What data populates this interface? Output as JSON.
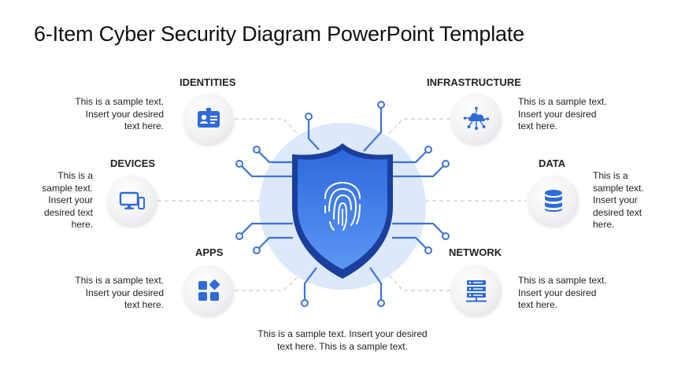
{
  "title": "6-Item Cyber Security Diagram PowerPoint Template",
  "items": [
    {
      "id": "identities",
      "heading": "IDENTITIES",
      "lines": [
        "This is a sample text.",
        "Insert your desired",
        "text here."
      ],
      "icon": "id-card-icon"
    },
    {
      "id": "devices",
      "heading": "DEVICES",
      "lines": [
        "This is a",
        "sample text.",
        "Insert your",
        "desired text",
        "here."
      ],
      "icon": "monitor-phone-icon"
    },
    {
      "id": "apps",
      "heading": "APPS",
      "lines": [
        "This is a sample text.",
        "Insert your desired",
        "text here."
      ],
      "icon": "apps-grid-icon"
    },
    {
      "id": "infrastructure",
      "heading": "INFRASTRUCTURE",
      "lines": [
        "This is a sample text.",
        "Insert your desired",
        "text here."
      ],
      "icon": "cloud-network-icon"
    },
    {
      "id": "data",
      "heading": "DATA",
      "lines": [
        "This is a",
        "sample text.",
        "Insert your",
        "desired text",
        "here."
      ],
      "icon": "database-icon"
    },
    {
      "id": "network",
      "heading": "NETWORK",
      "lines": [
        "This is a sample text.",
        "Insert your desired",
        "text here."
      ],
      "icon": "server-icon"
    }
  ],
  "bottom_text": [
    "This is a sample text. Insert your desired",
    "text here. This is a sample text."
  ],
  "center_icon": "fingerprint-shield-icon",
  "colors": {
    "accent": "#2f6bd8",
    "shield_dark": "#1a3f9c",
    "shield_light": "#5a93f2",
    "halo": "#dce7fb",
    "circuit": "#3a74d6",
    "connector": "#c8c8c8"
  }
}
